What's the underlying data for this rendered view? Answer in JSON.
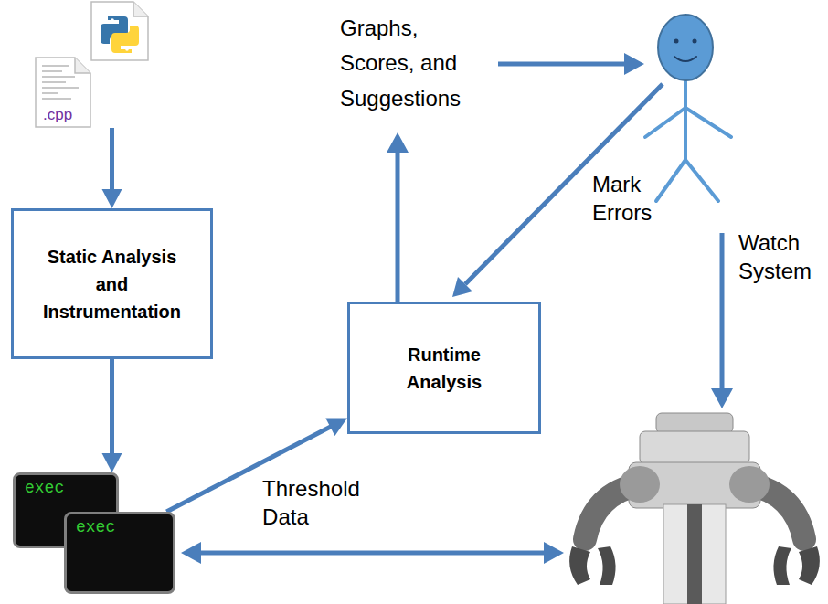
{
  "diagram": {
    "nodes": [
      {
        "text": [
          ".cpp"
        ]
      },
      {
        "text": [
          "Static Analysis and Instrumentation"
        ]
      },
      {
        "text": [
          "exec"
        ]
      },
      {
        "text": [
          "exec"
        ]
      },
      {
        "text": [
          "Runtime Analysis"
        ]
      }
    ],
    "edges": [
      {
        "from": 0,
        "to": 1,
        "arrow": "to"
      },
      {
        "from": 1,
        "to": 2,
        "arrow": "to"
      },
      {
        "from": 3,
        "to": 4,
        "arrow": "to",
        "label": "Threshold Data"
      }
    ],
    "labels": [
      "Graphs, Scores, and Suggestions",
      "Mark Errors",
      "Watch System"
    ]
  }
}
